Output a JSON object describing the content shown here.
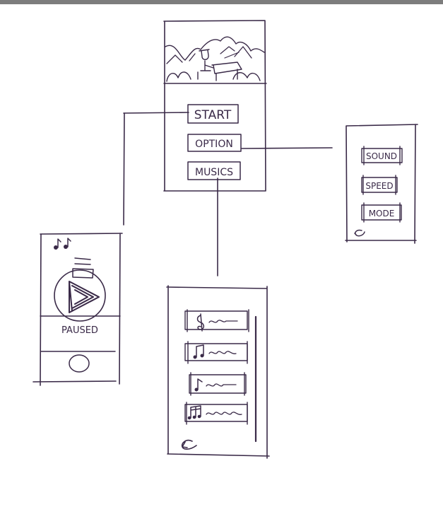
{
  "main_menu": {
    "buttons": [
      "START",
      "OPTION",
      "MUSICS"
    ]
  },
  "option_menu": {
    "buttons": [
      "SOUND",
      "SPEED",
      "MODE"
    ],
    "back_icon": "back-arrow-icon"
  },
  "player_screen": {
    "status": "PAUSED",
    "icons": [
      "music-notes-icon",
      "play-icon",
      "home-button"
    ]
  },
  "music_list": {
    "tracks": [
      {
        "icon": "treble-clef-icon"
      },
      {
        "icon": "beamed-notes-icon"
      },
      {
        "icon": "eighth-note-icon"
      },
      {
        "icon": "sixteenth-notes-icon"
      }
    ],
    "back_icon": "back-arrow-icon"
  },
  "colors": {
    "ink": "#3a2a48",
    "top_bar": "#7d7d7d",
    "paper": "#ffffff"
  }
}
